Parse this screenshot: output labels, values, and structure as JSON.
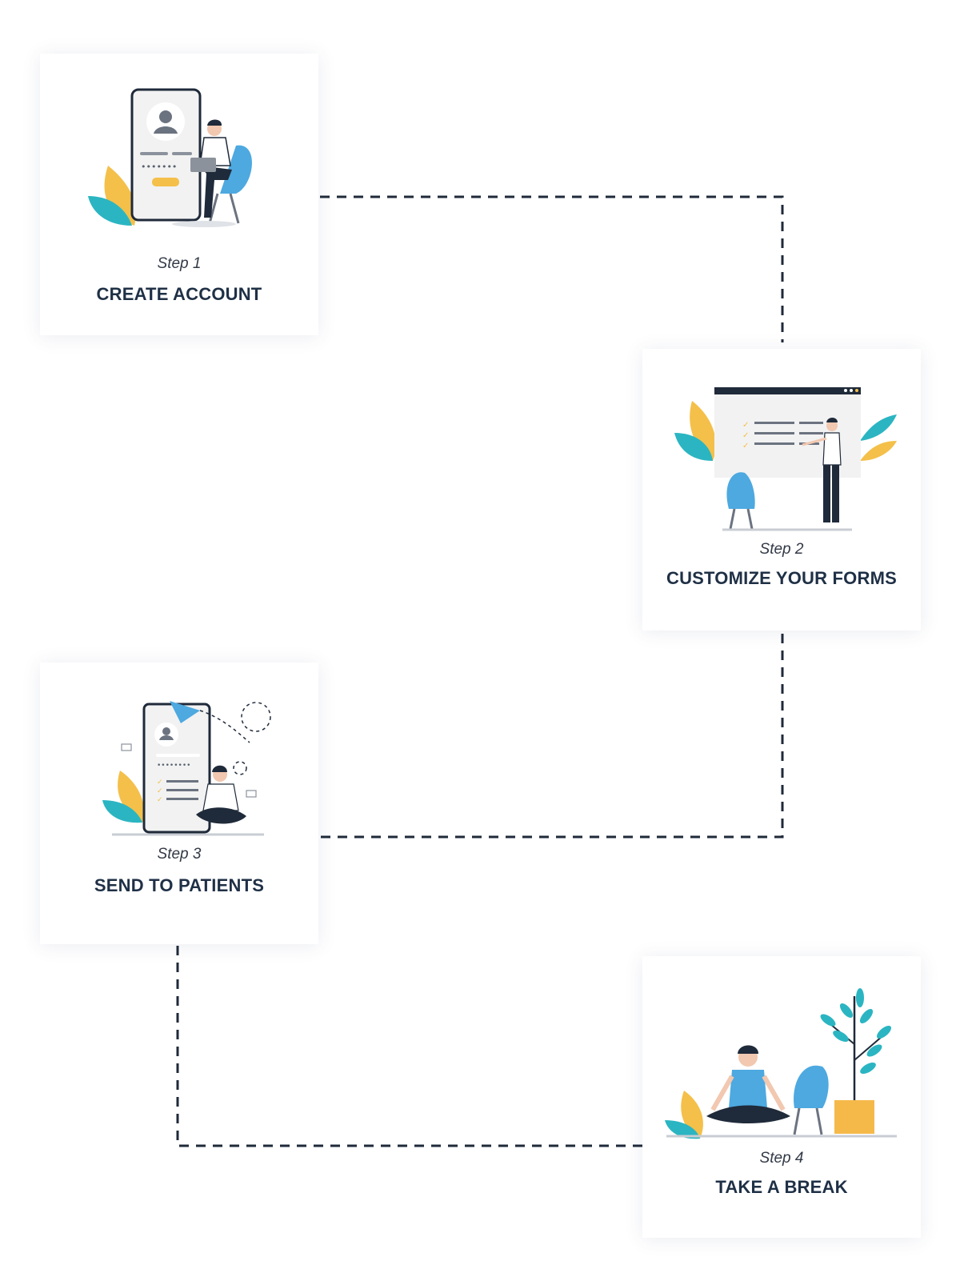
{
  "steps": [
    {
      "step_label": "Step 1",
      "title": "CREATE ACCOUNT"
    },
    {
      "step_label": "Step 2",
      "title": "CUSTOMIZE YOUR FORMS"
    },
    {
      "step_label": "Step 3",
      "title": "SEND TO PATIENTS"
    },
    {
      "step_label": "Step 4",
      "title": "TAKE A BREAK"
    }
  ],
  "colors": {
    "connector": "#1f2a3a",
    "title_text": "#1f3046",
    "leaf_yellow": "#f4c04a",
    "leaf_teal": "#2bb5c2",
    "accent_blue": "#4da9e0",
    "pot_orange": "#f5b94a"
  }
}
